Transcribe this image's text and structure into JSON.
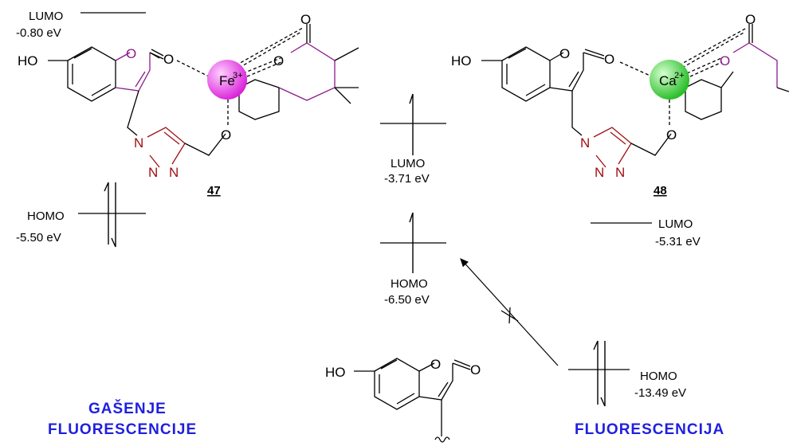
{
  "left_levels": {
    "lumo_label": "LUMO",
    "lumo_energy": "-0.80 eV",
    "homo_label": "HOMO",
    "homo_energy": "-5.50 eV"
  },
  "center_levels": {
    "lumo_label": "LUMO",
    "lumo_energy": "-3.71 eV",
    "homo_label": "HOMO",
    "homo_energy": "-6.50 eV"
  },
  "right_levels": {
    "lumo_label": "LUMO",
    "lumo_energy": "-5.31 eV",
    "homo_label": "HOMO",
    "homo_energy": "-13.49 eV"
  },
  "complexes": {
    "left_id": "47",
    "left_ion": "Fe",
    "left_charge": "3+",
    "right_id": "48",
    "right_ion": "Ca",
    "right_charge": "2+"
  },
  "atoms": {
    "ho": "HO",
    "o": "O",
    "n": "N"
  },
  "outcomes": {
    "left_line1": "GAŠENJE",
    "left_line2": "FLUORESCENCIJE",
    "right": "FLUORESCENCIJA"
  },
  "colors": {
    "purple": "#8b1a8b",
    "triazole": "#a01010",
    "fe_ball": "#e040e0",
    "ca_ball": "#33cc33",
    "outcome_text": "#1f1fe0"
  }
}
